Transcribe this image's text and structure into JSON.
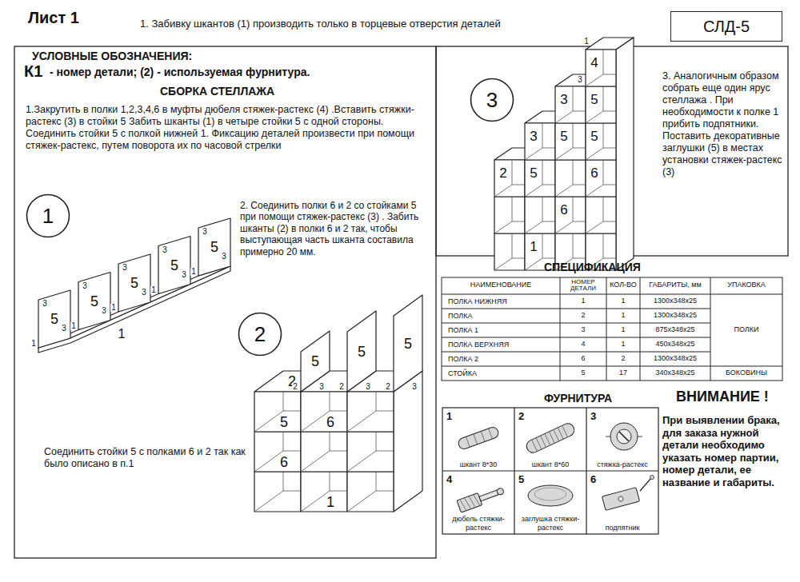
{
  "diagram": {
    "nodes": [
      {
        "text": [
          "СЛД-5"
        ]
      },
      {
        "text": [
          "1"
        ]
      },
      {
        "text": [
          "2"
        ]
      },
      {
        "text": [
          "3"
        ]
      },
      {
        "text": [
          "1",
          "шкант 8*30"
        ]
      },
      {
        "text": [
          "2",
          "шкант 8*60"
        ]
      },
      {
        "text": [
          "3",
          "стяжка-растекс"
        ]
      },
      {
        "text": [
          "4",
          "дюбель стяжки-растекс"
        ]
      },
      {
        "text": [
          "5",
          "заглушка стяжки-растекс"
        ]
      },
      {
        "text": [
          "6",
          "подпятник"
        ]
      }
    ],
    "labels": [
      "Лист 1",
      "1. Забивку шкантов (1) производить только в торцевые отверстия деталей",
      "УСЛОВНЫЕ ОБОЗНАЧЕНИЯ:",
      "К1",
      "- номер детали; (2) - используемая фурнитура.",
      "СБОРКА СТЕЛЛАЖА",
      "1.Закрутить в полки 1,2,3,4,6 в муфты дюбеля стяжек-растекс (4) .Вставить стяжки-растекс (3) в стойки 5 Забить шканты (1) в четыре стойки 5 с одной стороны. Соединить стойки 5 с полкой нижней 1. Фиксацию деталей произвести при помощи стяжек-растекс, путем поворота их по часовой стрелки",
      "2. Соединить полки 6 и 2 со стойками 5 при помощи стяжек-растекс (3) . Забить шканты (2) в полки 6 и 2 так, чтобы выступающая часть шканта составила примерно 20 мм.",
      "Соединить стойки 5 с полками 6 и 2 так как было описано в п.1",
      "3. Аналогичным образом собрать еще один ярус стеллажа . При необходимости к полке 1 прибить подпятники. Поставить декоративные заглушки (5) в местах установки стяжек-растекс (3)",
      "СПЕЦИФИКАЦИЯ",
      "НАИМЕНОВАНИЕ",
      "НОМЕР ДЕТАЛИ",
      "КОЛ-ВО",
      "ГАБАРИТЫ, мм",
      "УПАКОВКА",
      "ПОЛКА НИЖНЯЯ",
      "1",
      "1",
      "1300х348х25",
      "ПОЛКА",
      "2",
      "1",
      "1300х348х25",
      "ПОЛКА 1",
      "3",
      "1",
      "875х348х25",
      "ПОЛКА ВЕРХНЯЯ",
      "4",
      "1",
      "450х348х25",
      "ПОЛКА 2",
      "6",
      "2",
      "1300х348х25",
      "СТОЙКА",
      "5",
      "17",
      "340х348х25",
      "ПОЛКИ",
      "БОКОВИНЫ",
      "ФУРНИТУРА",
      "ВНИМАНИЕ !",
      "При выявлении брака, для заказа нужной детали необходимо указать номер партии, номер детали, ее название и габариты.",
      "5",
      "3",
      "3",
      "1",
      "5",
      "3",
      "3",
      "1",
      "5",
      "3",
      "3",
      "1",
      "5",
      "3",
      "3",
      "1",
      "5",
      "3",
      "3",
      "1",
      "1",
      "2",
      "5",
      "6",
      "6",
      "1",
      "5",
      "5",
      "5",
      "2",
      "3",
      "2",
      "3",
      "2",
      "3",
      "4",
      "5",
      "3",
      "5",
      "5",
      "3",
      "5",
      "2",
      "6",
      "6",
      "1",
      "1",
      "3"
    ]
  }
}
